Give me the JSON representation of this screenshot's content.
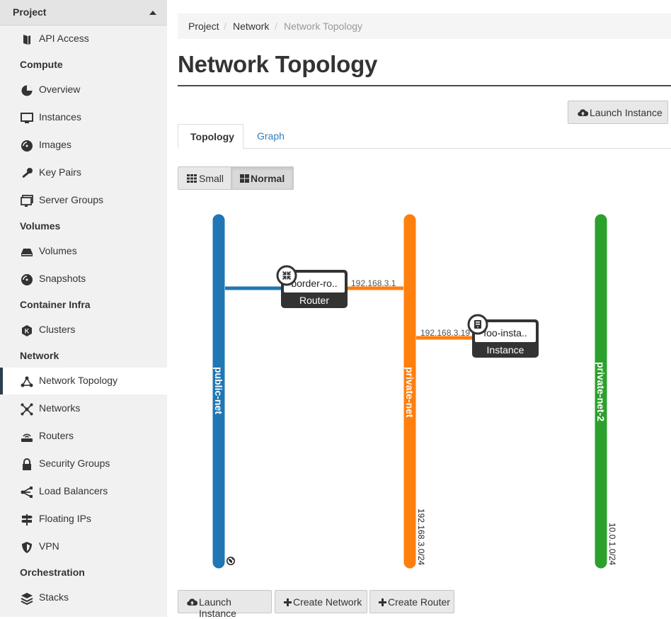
{
  "sidebar": {
    "project_label": "Project",
    "api_access": "API Access",
    "compute_label": "Compute",
    "overview": "Overview",
    "instances": "Instances",
    "images": "Images",
    "key_pairs": "Key Pairs",
    "server_groups": "Server Groups",
    "volumes_label": "Volumes",
    "volumes": "Volumes",
    "snapshots": "Snapshots",
    "container_infra_label": "Container Infra",
    "clusters": "Clusters",
    "network_label": "Network",
    "network_topology": "Network Topology",
    "networks": "Networks",
    "routers": "Routers",
    "security_groups": "Security Groups",
    "load_balancers": "Load Balancers",
    "floating_ips": "Floating IPs",
    "vpn": "VPN",
    "orchestration_label": "Orchestration",
    "stacks": "Stacks"
  },
  "breadcrumb": {
    "project": "Project",
    "network": "Network",
    "current": "Network Topology",
    "sep": "/"
  },
  "page_title": "Network Topology",
  "actions": {
    "launch_instance_top": "Launch Instance",
    "launch_instance": "Launch Instance",
    "create_network": "Create Network",
    "create_router": "Create Router"
  },
  "tabs": {
    "topology": "Topology",
    "graph": "Graph"
  },
  "view_size": {
    "small": "Small",
    "normal": "Normal",
    "selected": "Normal"
  },
  "topology": {
    "networks": [
      {
        "name": "public-net",
        "color": "#2077b4",
        "subnet": "",
        "external": true
      },
      {
        "name": "private-net",
        "color": "#ff7f0e",
        "subnet": "192.168.3.0/24"
      },
      {
        "name": "private-net-2",
        "color": "#2ca02c",
        "subnet": "10.0.1.0/24"
      }
    ],
    "router": {
      "name": "border-ro..",
      "type": "Router",
      "port_ip": "192.168.3.1"
    },
    "instance": {
      "name": "foo-insta..",
      "type": "Instance",
      "port_ip": "192.168.3.19"
    }
  }
}
